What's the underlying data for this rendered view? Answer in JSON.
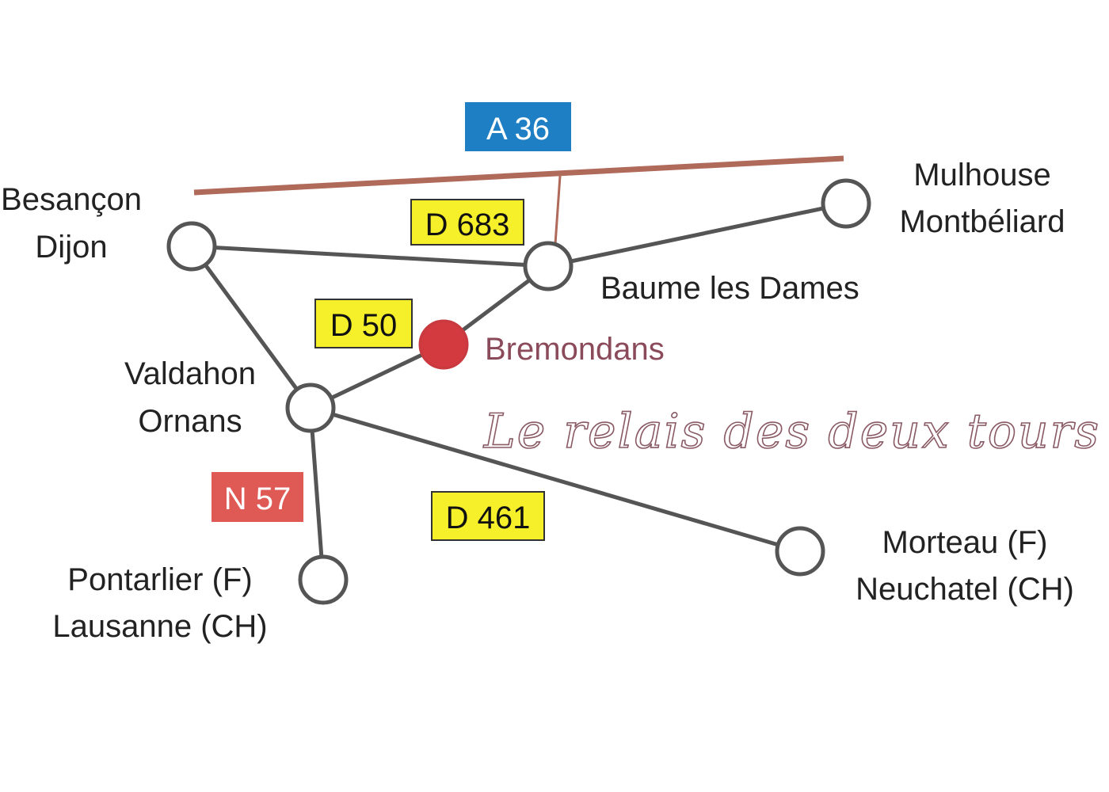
{
  "roads": {
    "a36": {
      "label": "A 36",
      "bg": "#1f7fc4",
      "fg": "#ffffff"
    },
    "d683": {
      "label": "D 683",
      "bg": "#f5f02a",
      "fg": "#111111"
    },
    "d50": {
      "label": "D 50",
      "bg": "#f5f02a",
      "fg": "#111111"
    },
    "n57": {
      "label": "N 57",
      "bg": "#e05a55",
      "fg": "#ffffff"
    },
    "d461": {
      "label": "D 461",
      "bg": "#f5f02a",
      "fg": "#111111"
    }
  },
  "cities": {
    "besancon": [
      "Besançon",
      "Dijon"
    ],
    "mulhouse": [
      "Mulhouse",
      "Montbéliard"
    ],
    "baume": "Baume les Dames",
    "bremondans": "Bremondans",
    "valdahon": [
      "Valdahon",
      "Ornans"
    ],
    "pontarlier": [
      "Pontarlier (F)",
      "Lausanne (CH)"
    ],
    "morteau": [
      "Morteau (F)",
      "Neuchatel (CH)"
    ]
  },
  "brand": "Le relais des deux tours",
  "colors": {
    "motorway_line": "#b06a5a",
    "road_line": "#555555",
    "node_fill": "#ffffff",
    "node_stroke": "#555555",
    "highlight": "#d23a3f",
    "highlight_text": "#8b4a5a"
  }
}
